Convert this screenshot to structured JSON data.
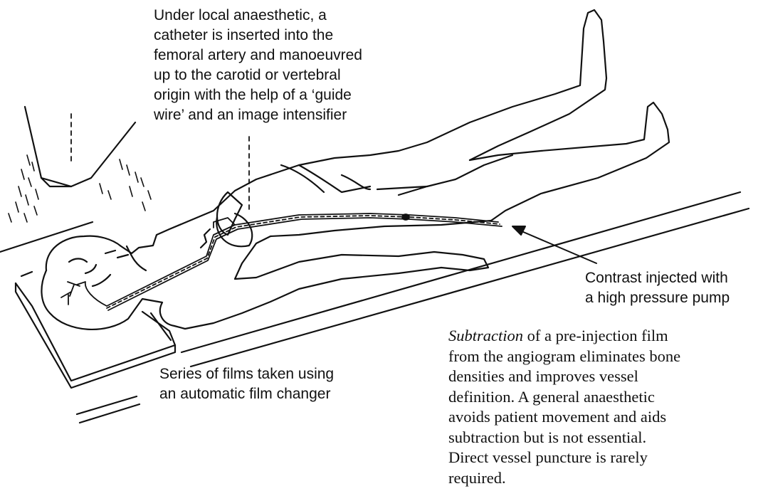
{
  "colors": {
    "ink": "#111111",
    "paper": "#ffffff"
  },
  "labels": {
    "catheter": [
      "Under local anaesthetic, a",
      "catheter is inserted into the",
      "femoral artery and manoeuvred",
      "up to the carotid or vertebral",
      "origin with the help of a ‘guide",
      "wire’ and an image intensifier"
    ],
    "contrast": [
      "Contrast injected with",
      "a high pressure pump"
    ],
    "films": [
      "Series of films taken using",
      "an automatic film changer"
    ],
    "subtraction": {
      "first_italic": "Subtraction",
      "first_rest": " of a pre-injection film",
      "lines": [
        "from the angiogram eliminates bone",
        "densities and improves vessel",
        "definition. A general anaesthetic",
        "avoids patient movement and aids",
        "subtraction but is not essential.",
        "Direct vessel puncture is rarely",
        "required."
      ]
    }
  }
}
